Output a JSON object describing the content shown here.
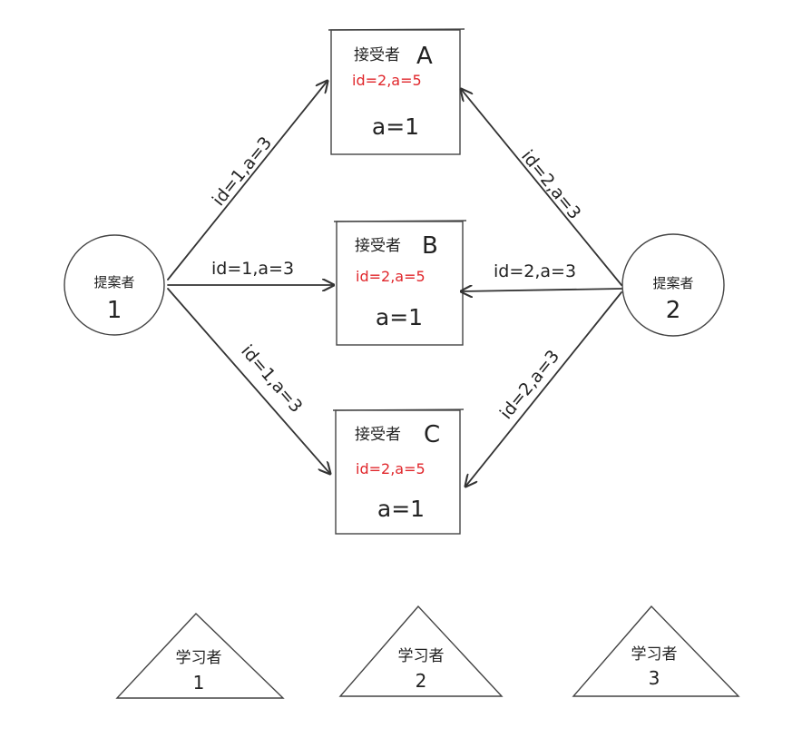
{
  "proposers": [
    {
      "role": "提案者",
      "num": "1"
    },
    {
      "role": "提案者",
      "num": "2"
    }
  ],
  "acceptors": [
    {
      "role": "接受者",
      "letter": "A",
      "promise": "id=2,a=5",
      "accepted": "a=1"
    },
    {
      "role": "接受者",
      "letter": "B",
      "promise": "id=2,a=5",
      "accepted": "a=1"
    },
    {
      "role": "接受者",
      "letter": "C",
      "promise": "id=2,a=5",
      "accepted": "a=1"
    }
  ],
  "messages": {
    "p1_to_a": "id=1,a=3",
    "p1_to_b": "id=1,a=3",
    "p1_to_c": "id=1,a=3",
    "p2_to_a": "id=2,a=3",
    "p2_to_b": "id=2,a=3",
    "p2_to_c": "id=2,a=3"
  },
  "learners": [
    {
      "role": "学习者",
      "num": "1"
    },
    {
      "role": "学习者",
      "num": "2"
    },
    {
      "role": "学习者",
      "num": "3"
    }
  ],
  "colors": {
    "highlight": "#e0262b",
    "line": "#333333"
  }
}
